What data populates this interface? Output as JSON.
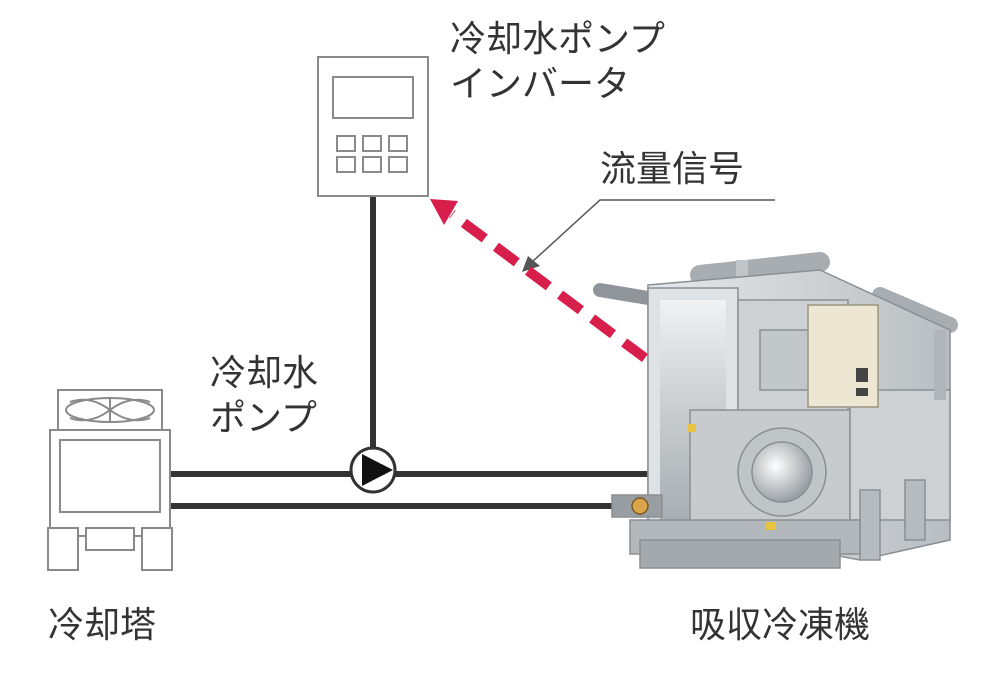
{
  "labels": {
    "inverter_line1": "冷却水ポンプ",
    "inverter_line2": "インバータ",
    "flow_signal": "流量信号",
    "pump_line1": "冷却水",
    "pump_line2": "ポンプ",
    "cooling_tower": "冷却塔",
    "chiller": "吸収冷凍機"
  },
  "colors": {
    "pipe": "#333333",
    "signal_arrow": "#d81e4a",
    "equipment_outline": "#8a8a8a",
    "chiller_body": "#d5d8da",
    "control_panel": "#ece6d2"
  }
}
